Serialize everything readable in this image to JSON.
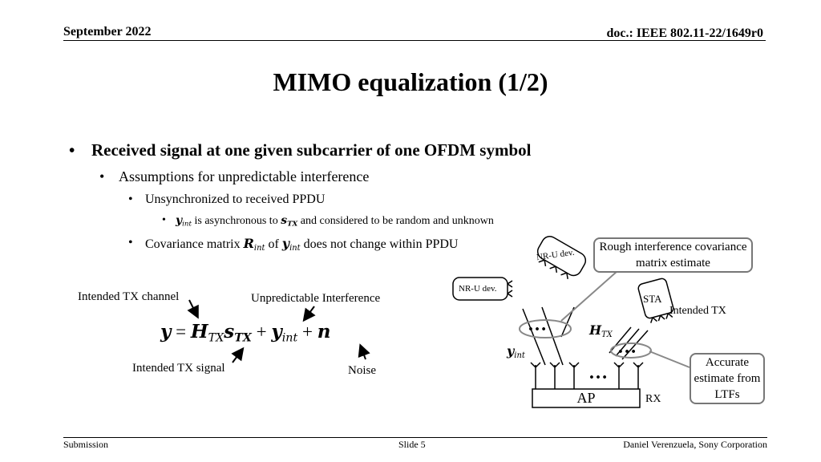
{
  "header": {
    "date": "September 2022",
    "doc": "doc.: IEEE 802.11-22/1649r0"
  },
  "title": "MIMO equalization (1/2)",
  "bullets": {
    "l1": "Received signal at one given subcarrier of one OFDM symbol",
    "l2": "Assumptions for unpredictable interference",
    "l3a": "Unsynchronized to received PPDU",
    "l4": {
      "y": "y",
      "y_sub": "int",
      "t1": " is asynchronous to ",
      "s": "s",
      "s_sub": "TX",
      "t2": " and considered to be random and unknown"
    },
    "l3b": {
      "t1": "Covariance matrix ",
      "R": "R",
      "R_sub": "int",
      "t2": " of ",
      "y": "y",
      "y_sub": "int",
      "t3": " does not change within PPDU"
    }
  },
  "equation": {
    "y": "y",
    "eq": " = ",
    "H": "H",
    "H_sub": "TX",
    "s": "s",
    "s_sub": "TX",
    "plus1": " + ",
    "yi": "y",
    "yi_sub": "int",
    "plus2": " + ",
    "n": "n",
    "labels": {
      "channel": "Intended TX channel",
      "interference": "Unpredictable Interference",
      "signal": "Intended TX signal",
      "noise": "Noise"
    }
  },
  "diagram": {
    "nru1": "NR-U dev.",
    "nru2": "NR-U dev.",
    "sta": "STA",
    "intended_tx": "Intended TX",
    "h_label": "H",
    "h_sub": "TX",
    "y_label": "y",
    "y_sub": "int",
    "ap": "AP",
    "rx": "RX",
    "dots": "…",
    "callout_rough": "Rough interference covariance matrix estimate",
    "callout_accurate": "Accurate estimate from LTFs"
  },
  "footer": {
    "left": "Submission",
    "center": "Slide 5",
    "right": "Daniel Verenzuela, Sony Corporation"
  }
}
